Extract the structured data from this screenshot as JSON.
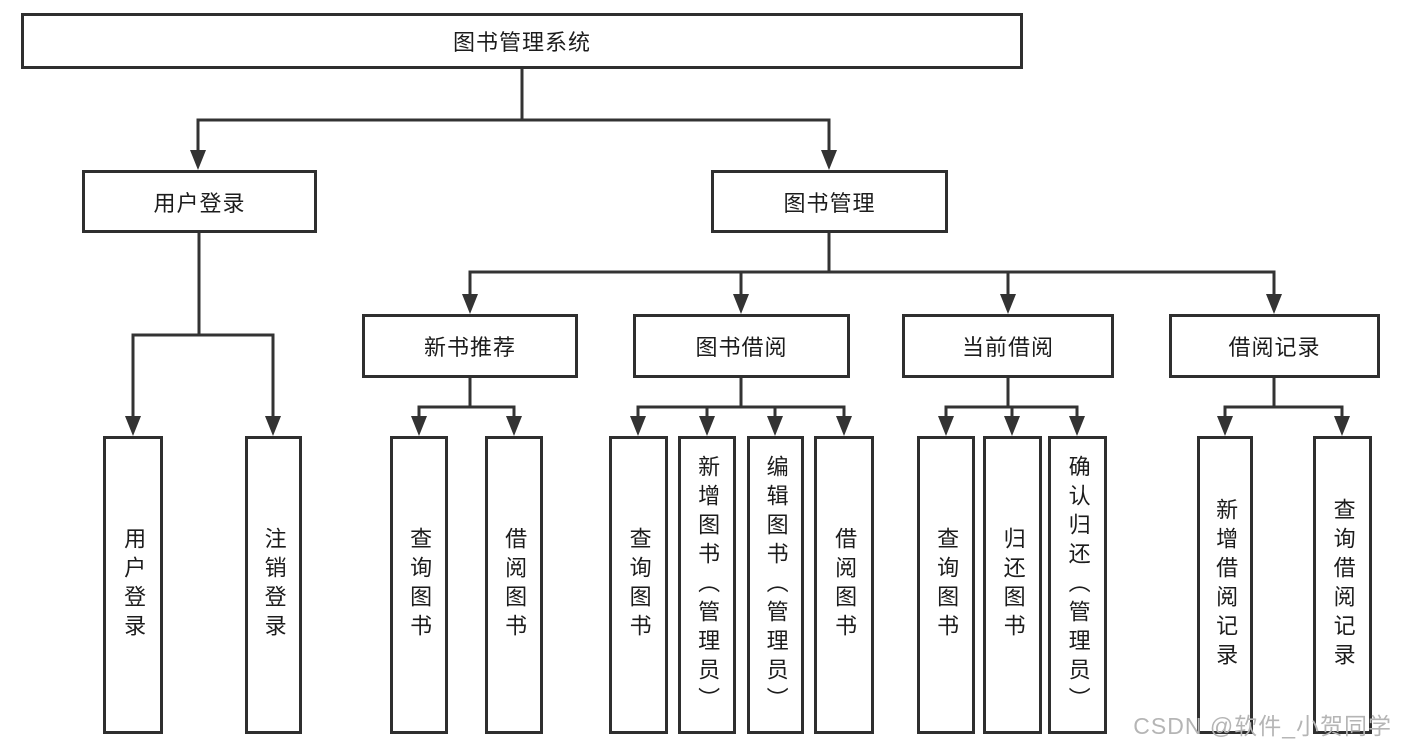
{
  "tree": {
    "label": "图书管理系统",
    "children": [
      {
        "label": "用户登录",
        "children": [
          {
            "label": "用户登录"
          },
          {
            "label": "注销登录"
          }
        ]
      },
      {
        "label": "图书管理",
        "children": [
          {
            "label": "新书推荐",
            "children": [
              {
                "label": "查询图书"
              },
              {
                "label": "借阅图书"
              }
            ]
          },
          {
            "label": "图书借阅",
            "children": [
              {
                "label": "查询图书"
              },
              {
                "label": "新增图书（管理员）"
              },
              {
                "label": "编辑图书（管理员）"
              },
              {
                "label": "借阅图书"
              }
            ]
          },
          {
            "label": "当前借阅",
            "children": [
              {
                "label": "查询图书"
              },
              {
                "label": "归还图书"
              },
              {
                "label": "确认归还（管理员）"
              }
            ]
          },
          {
            "label": "借阅记录",
            "children": [
              {
                "label": "新增借阅记录"
              },
              {
                "label": "查询借阅记录"
              }
            ]
          }
        ]
      }
    ]
  },
  "watermark": {
    "text": "CSDN @软件_小贺同学"
  },
  "colors": {
    "background": "#ffffff",
    "box_border": "#2f2f2f",
    "connector_line": "#333333",
    "text": "#1c1c1c",
    "watermark": "#b5b5b5"
  }
}
